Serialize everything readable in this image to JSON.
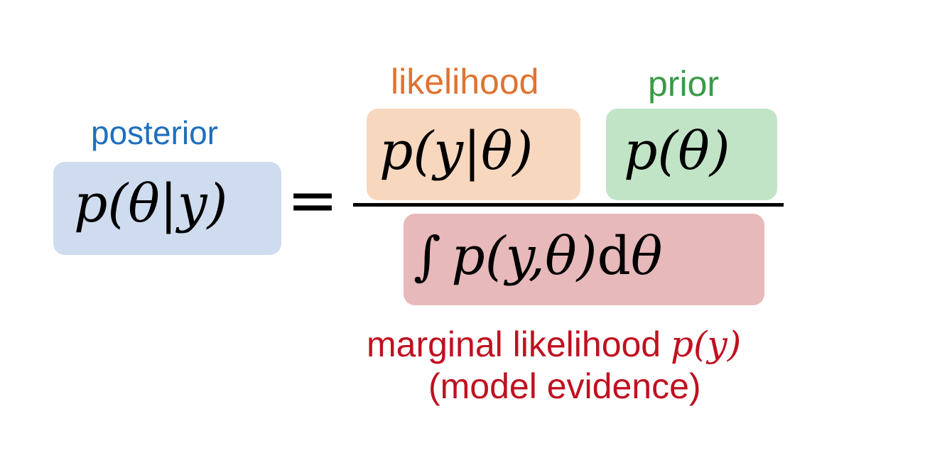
{
  "labels": {
    "posterior": "posterior",
    "likelihood": "likelihood",
    "prior": "prior",
    "marginal_text": "marginal likelihood",
    "marginal_math": "p(y)",
    "model_evidence": "(model evidence)"
  },
  "math": {
    "posterior": "p(θ|y)",
    "equals": "=",
    "likelihood": "p(y|θ)",
    "prior": "p(θ)",
    "integral_sign": "∫",
    "integrand": "p(y,θ)",
    "differential_d": "d",
    "differential_var": "θ"
  },
  "colors": {
    "posterior": "#1f6fbf",
    "posterior_box": "#cfdcef",
    "likelihood": "#e07330",
    "likelihood_box": "#f8d7bf",
    "prior": "#3a9a47",
    "prior_box": "#c1e4c6",
    "evidence": "#c01020",
    "evidence_box": "#e7b9ba"
  }
}
